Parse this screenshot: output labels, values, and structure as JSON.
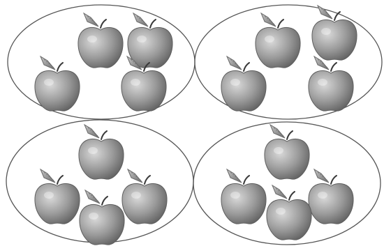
{
  "colors": {
    "background": "#ffffff",
    "outline": "#555555",
    "apple_light": "#d9d9d9",
    "apple_mid": "#9a9a9a",
    "apple_dark": "#5e5e5e",
    "leaf_light": "#c8c8c8",
    "leaf_dark": "#6a6a6a",
    "stem": "#3a3a3a"
  },
  "groups": [
    {
      "id": "group-top-left",
      "apple_count": 4
    },
    {
      "id": "group-top-right",
      "apple_count": 4
    },
    {
      "id": "group-bottom-left",
      "apple_count": 4
    },
    {
      "id": "group-bottom-right",
      "apple_count": 4
    }
  ],
  "icons": {
    "set": "oval-icon",
    "item": "apple-icon"
  }
}
